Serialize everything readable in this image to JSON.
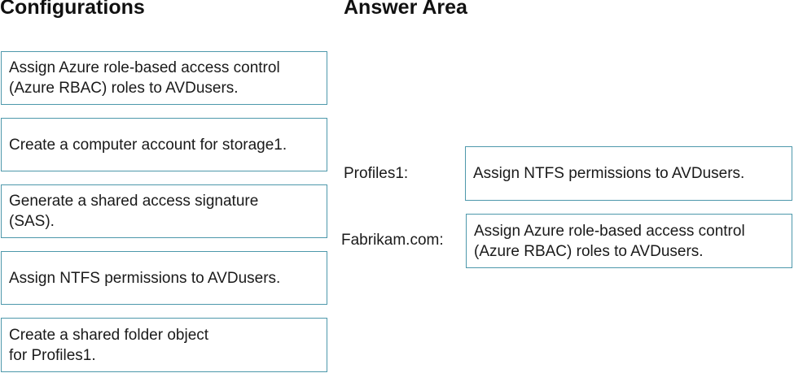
{
  "headings": {
    "configurations": "Configurations",
    "answer_area": "Answer Area"
  },
  "configurations": [
    {
      "text": "Assign Azure role-based access control\n(Azure RBAC) roles to AVDusers."
    },
    {
      "text": "Create a computer account for storage1."
    },
    {
      "text": "Generate a shared access signature\n(SAS)."
    },
    {
      "text": "Assign NTFS permissions to AVDusers."
    },
    {
      "text": "Create a shared folder object\nfor Profiles1."
    }
  ],
  "answer_area": {
    "rows": [
      {
        "label": "Profiles1:",
        "answer": "Assign NTFS permissions to AVDusers."
      },
      {
        "label": "Fabrikam.com:",
        "answer": "Assign Azure role-based access control\n(Azure RBAC) roles to AVDusers."
      }
    ]
  },
  "colors": {
    "box_border": "#4d98ab",
    "text": "#1a1a1a",
    "background": "#ffffff"
  }
}
